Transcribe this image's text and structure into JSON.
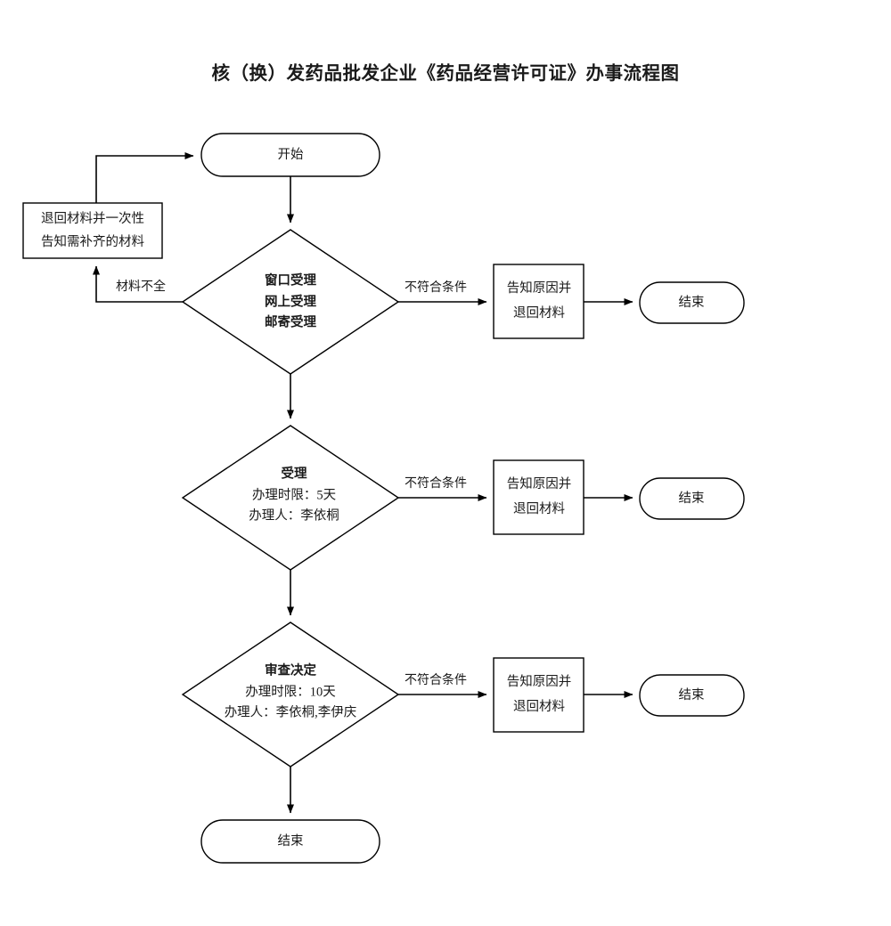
{
  "title": "核（换）发药品批发企业《药品经营许可证》办事流程图",
  "nodes": {
    "start": {
      "label": "开始",
      "shape": "stadium"
    },
    "return_materials": {
      "line1": "退回材料并一次性",
      "line2": "告知需补齐的材料",
      "shape": "rect"
    },
    "decision_accept": {
      "line1": "窗口受理",
      "line2": "网上受理",
      "line3": "邮寄受理",
      "shape": "diamond"
    },
    "decision_shouli": {
      "heading": "受理",
      "line1": "办理时限：5天",
      "line2": "办理人：李依桐",
      "shape": "diamond"
    },
    "decision_review": {
      "heading": "审查决定",
      "line1": "办理时限：10天",
      "line2": "办理人：李依桐,李伊庆",
      "shape": "diamond"
    },
    "notify1": {
      "line1": "告知原因并",
      "line2": "退回材料",
      "shape": "rect"
    },
    "notify2": {
      "line1": "告知原因并",
      "line2": "退回材料",
      "shape": "rect"
    },
    "notify3": {
      "line1": "告知原因并",
      "line2": "退回材料",
      "shape": "rect"
    },
    "end1": {
      "label": "结束",
      "shape": "stadium"
    },
    "end2": {
      "label": "结束",
      "shape": "stadium"
    },
    "end3": {
      "label": "结束",
      "shape": "stadium"
    },
    "end_final": {
      "label": "结束",
      "shape": "stadium"
    }
  },
  "edge_labels": {
    "incomplete_materials": "材料不全",
    "not_qualified_1": "不符合条件",
    "not_qualified_2": "不符合条件",
    "not_qualified_3": "不符合条件"
  },
  "colors": {
    "stroke": "#000000",
    "fill": "#ffffff",
    "text": "#1a1a1a"
  }
}
